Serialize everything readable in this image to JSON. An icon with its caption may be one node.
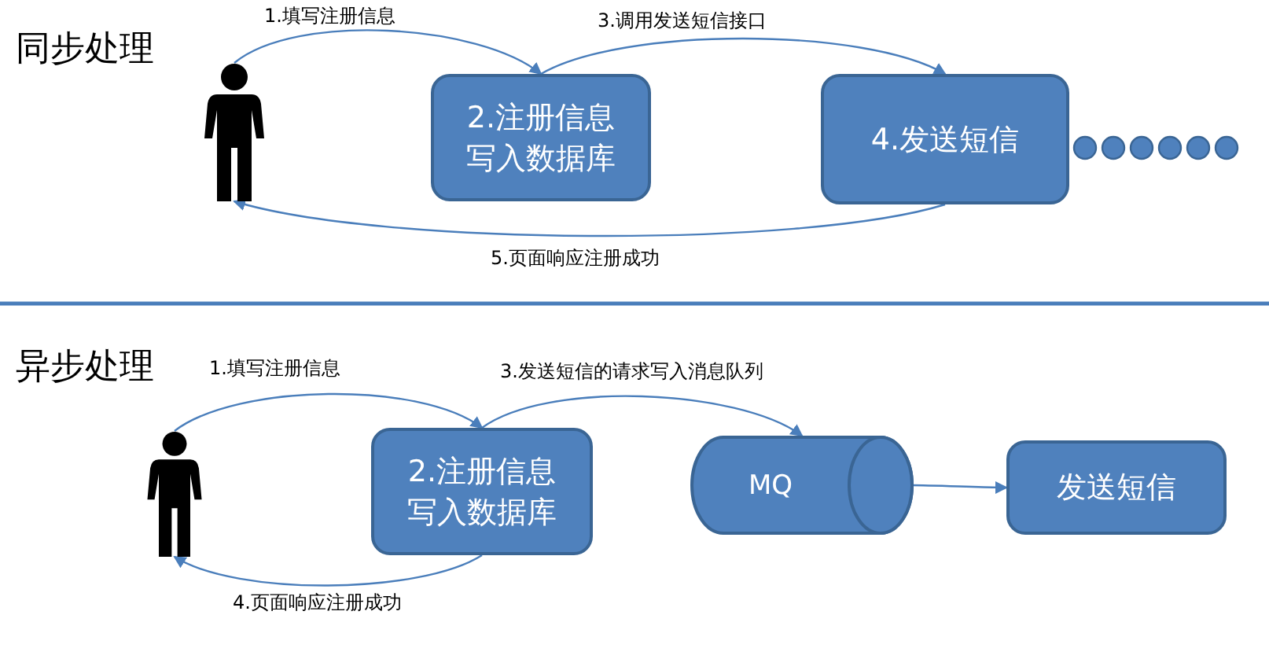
{
  "diagram": {
    "nodes": [
      {
        "text": [],
        "shape": "person"
      },
      {
        "text": [
          "2.注册信息写入数据库"
        ]
      },
      {
        "text": [
          "4.发送短信"
        ]
      },
      {
        "text": [],
        "shape": "person"
      },
      {
        "text": [
          "2.注册信息写入数据库"
        ]
      },
      {
        "text": [
          "MQ"
        ]
      },
      {
        "text": [
          "发送短信"
        ]
      }
    ],
    "edges": [
      {
        "from": 0,
        "to": 1,
        "arrow": "to",
        "label": "1.填写注册信息"
      },
      {
        "from": 1,
        "to": 2,
        "arrow": "to",
        "label": "3.调用发送短信接口"
      },
      {
        "from": 2,
        "to": 0,
        "arrow": "to",
        "label": "5.页面响应注册成功"
      },
      {
        "from": 3,
        "to": 4,
        "arrow": "to",
        "label": "1.填写注册信息"
      },
      {
        "from": 4,
        "to": 5,
        "arrow": "to",
        "label": "3.发送短信的请求写入消息队列"
      },
      {
        "from": 4,
        "to": 3,
        "arrow": "to",
        "label": "4.页面响应注册成功"
      },
      {
        "from": 5,
        "to": 6,
        "arrow": "to"
      }
    ],
    "labels": [
      "同步处理",
      "异步处理"
    ]
  }
}
